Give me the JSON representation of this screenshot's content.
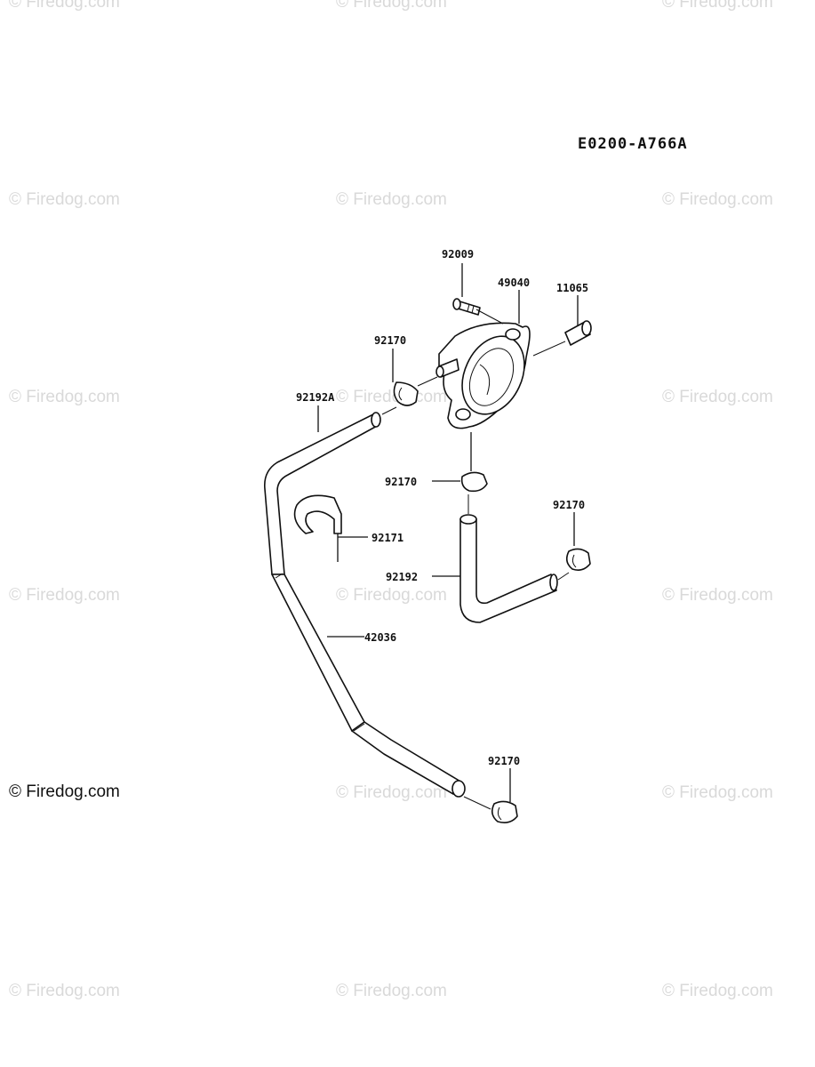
{
  "diagram_code": "E0200-A766A",
  "credit": "© Firedog.com",
  "watermark": "© Firedog.com",
  "parts": {
    "screw": "92009",
    "fuel_pump": "49040",
    "spacer": "11065",
    "clamp_pump_left": "92170",
    "hose_upper": "92192A",
    "clamp_pump_bottom": "92170",
    "clamp_right": "92170",
    "hose_clip": "92171",
    "hose_lower": "92192",
    "fuel_hose_long": "42036",
    "clamp_bottom": "92170"
  }
}
